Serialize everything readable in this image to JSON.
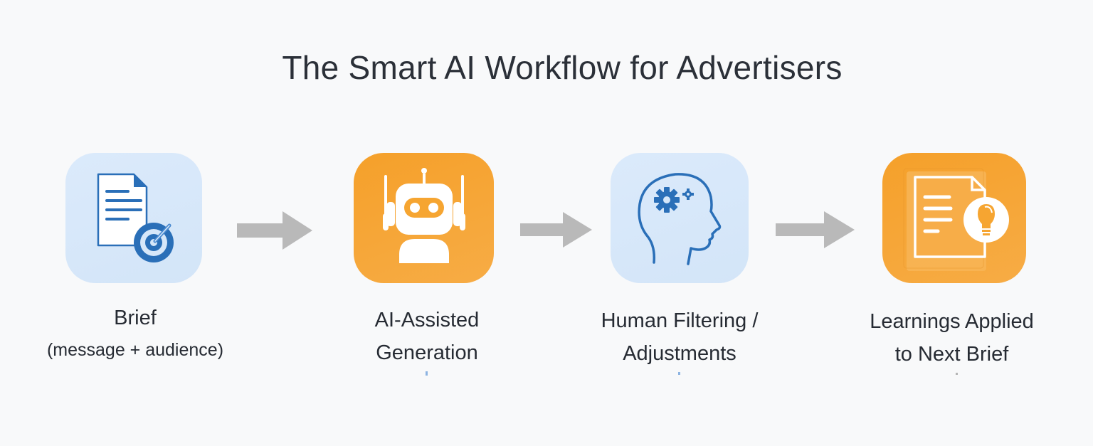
{
  "title": "The Smart AI Workflow for Advertisers",
  "colors": {
    "background": "#f8f9fa",
    "title_text": "#2b3038",
    "tile_blue": "#d6e7f9",
    "tile_orange": "#f6a531",
    "icon_blue": "#2a6fb8",
    "arrow_gray": "#b9b9b9"
  },
  "steps": [
    {
      "icon": "document-target-icon",
      "label": "Brief",
      "sublabel": "(message + audience)",
      "tile_color": "blue"
    },
    {
      "icon": "robot-icon",
      "label_line1": "AI-Assisted",
      "label_line2": "Generation",
      "tile_color": "orange"
    },
    {
      "icon": "head-gears-icon",
      "label_line1": "Human Filtering /",
      "label_line2": "Adjustments",
      "tile_color": "blue"
    },
    {
      "icon": "document-lightbulb-icon",
      "label_line1": "Learnings Applied",
      "label_line2": "to Next Brief",
      "tile_color": "orange"
    }
  ],
  "arrows": [
    "arrow-right-icon",
    "arrow-right-icon",
    "arrow-right-icon"
  ]
}
